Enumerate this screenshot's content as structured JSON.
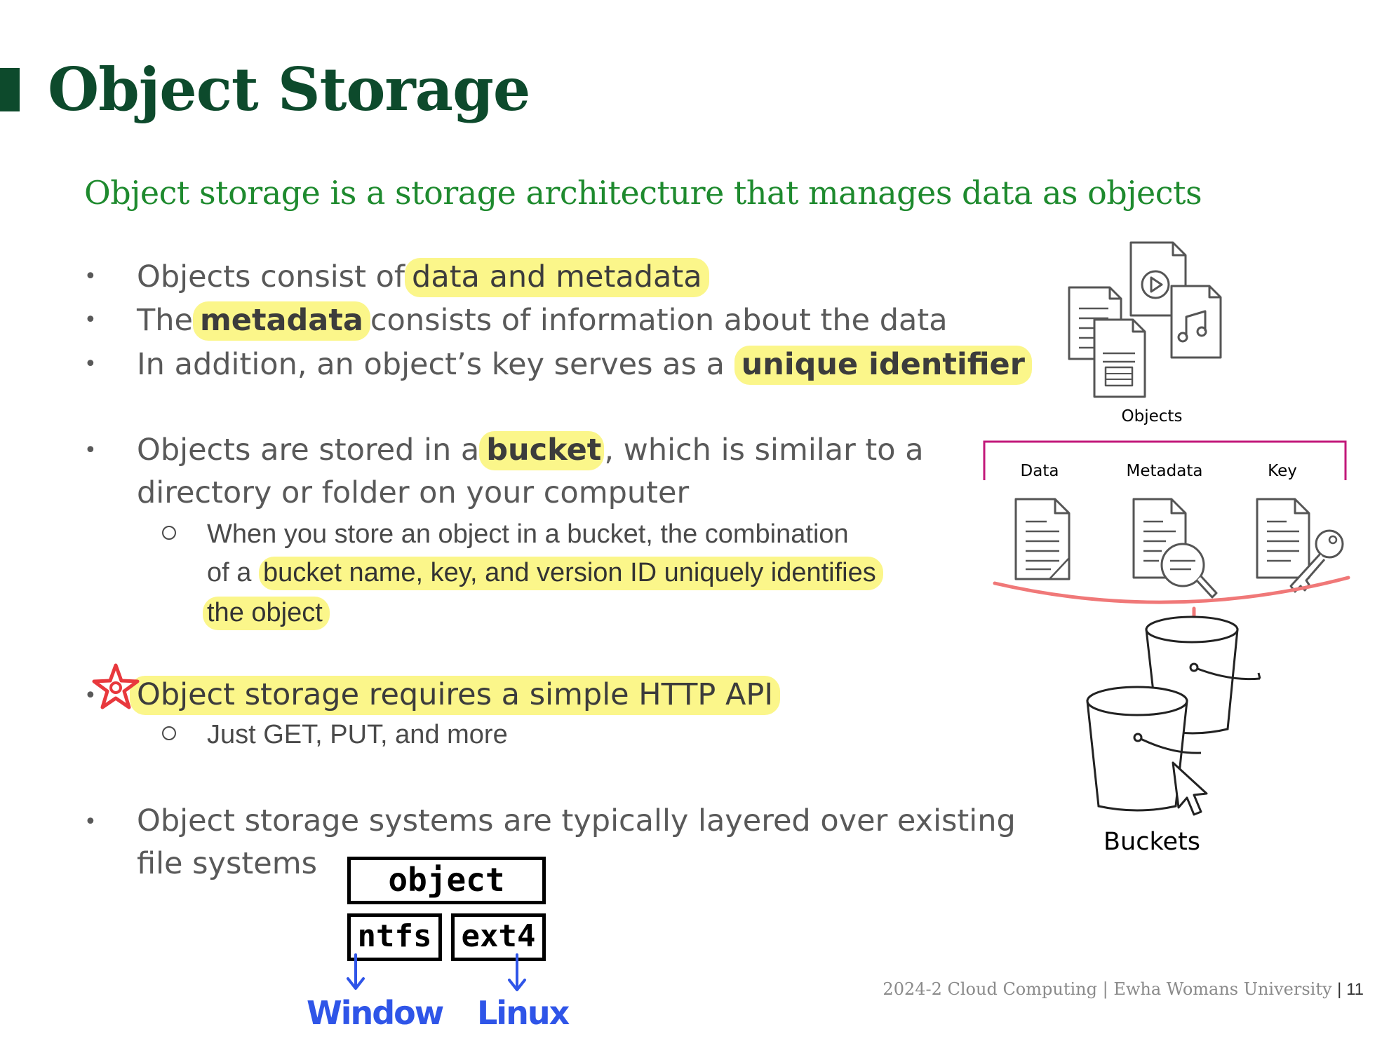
{
  "slide": {
    "title": "Object Storage",
    "subtitle": "Object storage is a storage architecture that manages data as objects"
  },
  "bullets": {
    "b1_pre": "Objects consist of",
    "b1_hl": "data and metadata",
    "b2_pre": "The",
    "b2_hl": "metadata",
    "b2_post": "consists of information about the data",
    "b3_pre": "In addition, an object’s key serves as a",
    "b3_hl": "unique identifier",
    "b4_pre": "Objects are stored in a",
    "b4_hl": "bucket",
    "b4_post": ", which is similar to a",
    "b4_line2": "directory or folder on your computer",
    "b4_sub_line1": "When you store an object in a bucket, the combination",
    "b4_sub_pre": "of a",
    "b4_sub_hl1": "bucket name, key, and version ID uniquely identifies",
    "b4_sub_hl2": "the object",
    "b5_hl": "Object storage requires a simple HTTP API",
    "b5_sub": "Just GET, PUT, and more",
    "b6_line1": "Object storage systems are typically layered over existing",
    "b6_line2": "file systems"
  },
  "diagram": {
    "objects_label": "Objects",
    "data_label": "Data",
    "metadata_label": "Metadata",
    "key_label": "Key",
    "buckets_label": "Buckets",
    "icons": [
      "document-icon",
      "video-file-icon",
      "music-file-icon",
      "text-file-icon",
      "search-document-icon",
      "key-document-icon",
      "bucket-icon",
      "cursor-icon"
    ],
    "bracket_color": "#c2187a",
    "arrow_color": "#f07070"
  },
  "handwriting": {
    "object_box": "object",
    "ntfs_box": "ntfs",
    "ext4_box": "ext4",
    "windows_label": "Window",
    "linux_label": "Linux",
    "ink_black": "#000000",
    "ink_blue": "#2f55e8",
    "star_color": "#e8383d"
  },
  "footer": {
    "text": "2024-2 Cloud Computing  |  Ewha Womans University",
    "page_number": "| 11"
  }
}
